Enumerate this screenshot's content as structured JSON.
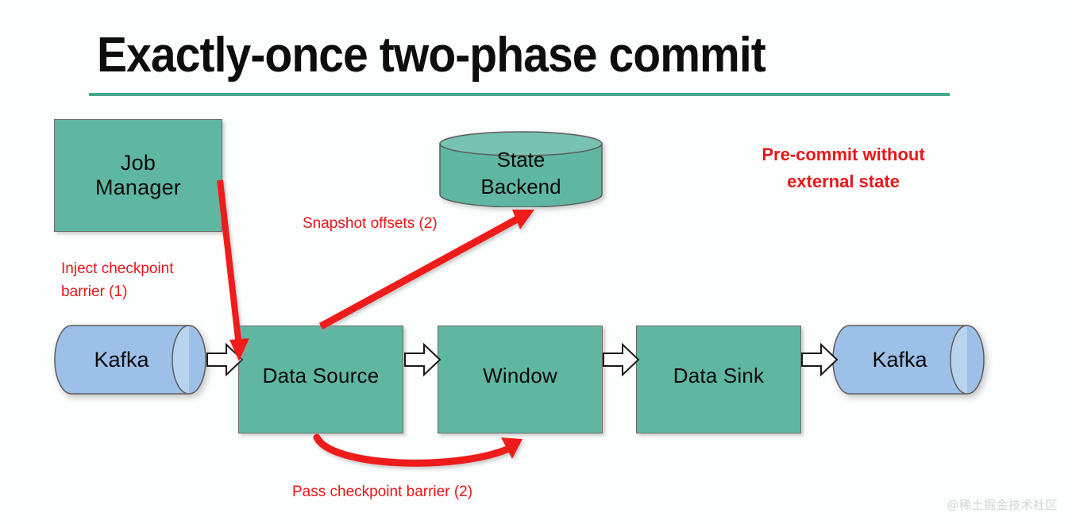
{
  "slide": {
    "title": "Exactly-once two-phase commit",
    "background_color": "#fcfdfd",
    "rule_color": "#44a88c",
    "watermark": "@稀土掘金技术社区"
  },
  "palette": {
    "process_green": "#5fb7a2",
    "kafka_blue": "#9dc0e8",
    "annotation_red": "#e8161a",
    "title_black": "#0d0d0d"
  },
  "nodes": {
    "job_manager": {
      "label": "Job\nManager",
      "shape": "rectangle",
      "color": "#5fb7a2"
    },
    "state_backend": {
      "label": "State\nBackend",
      "shape": "cylinder-vertical",
      "color": "#5fb7a2"
    },
    "kafka_source": {
      "label": "Kafka",
      "shape": "cylinder-horizontal",
      "color": "#9dc0e8"
    },
    "data_source": {
      "label": "Data Source",
      "shape": "rectangle",
      "color": "#5fb7a2"
    },
    "window": {
      "label": "Window",
      "shape": "rectangle",
      "color": "#5fb7a2"
    },
    "data_sink": {
      "label": "Data Sink",
      "shape": "rectangle",
      "color": "#5fb7a2"
    },
    "kafka_sink": {
      "label": "Kafka",
      "shape": "cylinder-horizontal",
      "color": "#9dc0e8"
    }
  },
  "annotations": {
    "inject_barrier": "Inject checkpoint\nbarrier (1)",
    "snapshot_offsets": "Snapshot offsets (2)",
    "pass_barrier": "Pass checkpoint barrier (2)",
    "pre_commit": "Pre-commit without\nexternal state"
  },
  "flow_arrows": [
    {
      "from": "kafka_source",
      "to": "data_source",
      "style": "white-block-arrow"
    },
    {
      "from": "data_source",
      "to": "window",
      "style": "white-block-arrow"
    },
    {
      "from": "window",
      "to": "data_sink",
      "style": "white-block-arrow"
    },
    {
      "from": "data_sink",
      "to": "kafka_sink",
      "style": "white-block-arrow"
    }
  ],
  "red_arrows": [
    {
      "name": "job-manager-to-data-source",
      "label_ref": "inject_barrier",
      "style": "straight"
    },
    {
      "name": "data-source-to-state-backend",
      "label_ref": "snapshot_offsets",
      "style": "straight"
    },
    {
      "name": "data-source-to-window",
      "label_ref": "pass_barrier",
      "style": "curved"
    }
  ]
}
